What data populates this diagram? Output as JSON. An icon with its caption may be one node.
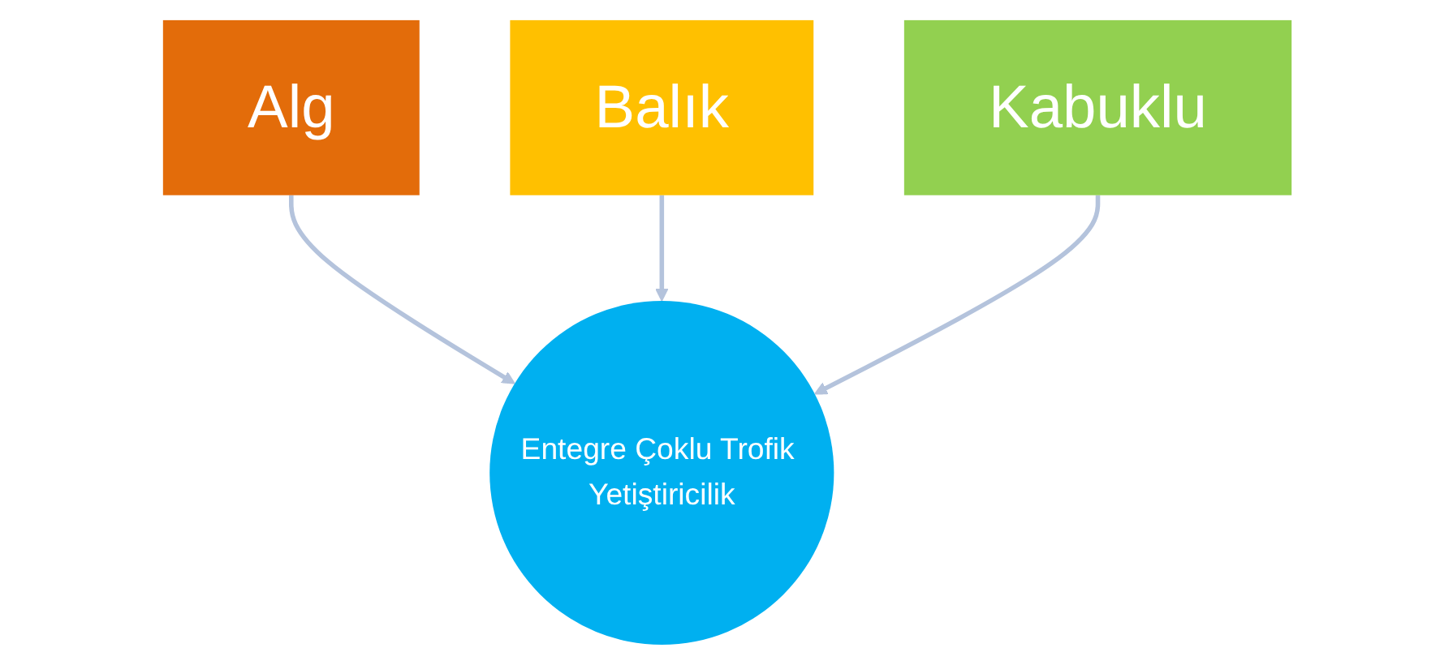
{
  "diagram": {
    "nodes": [
      {
        "text": [
          "Alg"
        ]
      },
      {
        "text": [
          "Balık"
        ]
      },
      {
        "text": [
          "Kabuklu"
        ]
      },
      {
        "text": [
          "Entegre Çoklu Trofik Yetiştiricilik"
        ]
      }
    ],
    "edges": [
      {
        "from": 0,
        "to": 3,
        "arrow": "to"
      },
      {
        "from": 1,
        "to": 3,
        "arrow": "to"
      },
      {
        "from": 2,
        "to": 3,
        "arrow": "to"
      }
    ]
  }
}
